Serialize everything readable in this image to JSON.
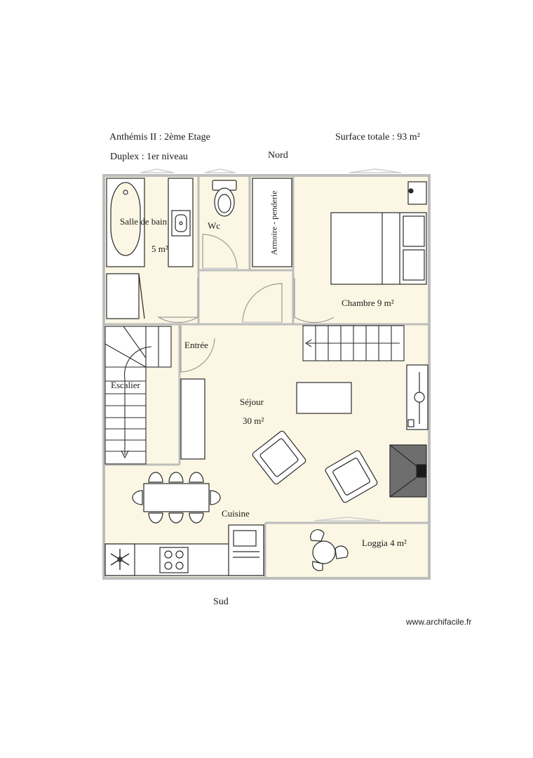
{
  "header": {
    "title": "Anthémis II  : 2ème Etage",
    "subtitle": "Duplex : 1er niveau",
    "surface": "Surface totale : 93  m²",
    "north": "Nord",
    "south": "Sud"
  },
  "rooms": {
    "bathroom": "Salle de bain",
    "bathroom_area": "5 m²",
    "wc": "Wc",
    "wardrobe": "Armoire - penderie",
    "bedroom": "Chambre 9 m²",
    "entrance": "Entrée",
    "stairs": "Escalier",
    "living": "Séjour",
    "living_area": "30 m²",
    "kitchen": "Cuisine",
    "loggia": "Loggia 4 m²"
  },
  "footer": {
    "credit": "www.archifacile.fr"
  },
  "colors": {
    "floor": "#fcf7e4",
    "wall": "#bdbdbd",
    "line": "#2a2a2a"
  }
}
